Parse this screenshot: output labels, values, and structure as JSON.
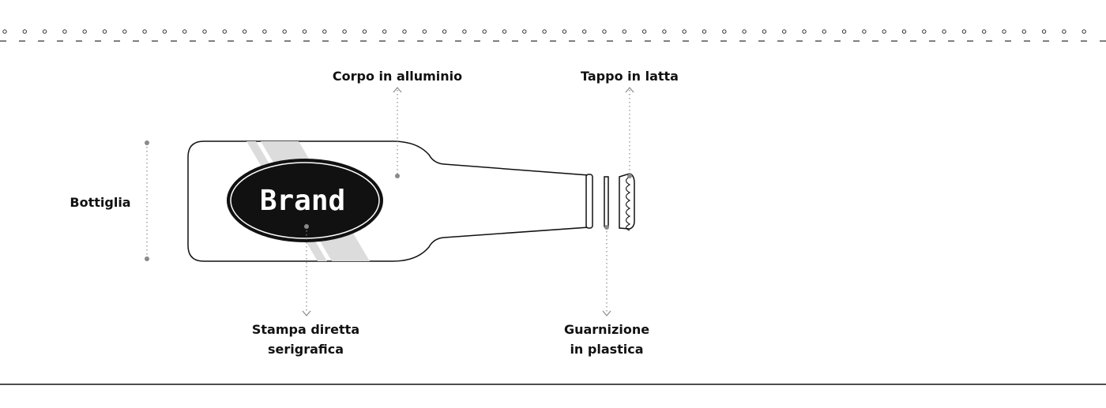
{
  "labels": {
    "bottle": "Bottiglia",
    "body": "Corpo in alluminio",
    "cap": "Tappo in latta",
    "print_line1": "Stampa diretta",
    "print_line2": "serigrafica",
    "gasket_line1": "Guarnizione",
    "gasket_line2": "in plastica"
  },
  "brand_text": "Brand",
  "colors": {
    "ink": "#111111",
    "leader": "#8a8a8a",
    "stripe": "#dcdcdc",
    "label_fill": "#111111",
    "brand_text": "#ffffff"
  }
}
